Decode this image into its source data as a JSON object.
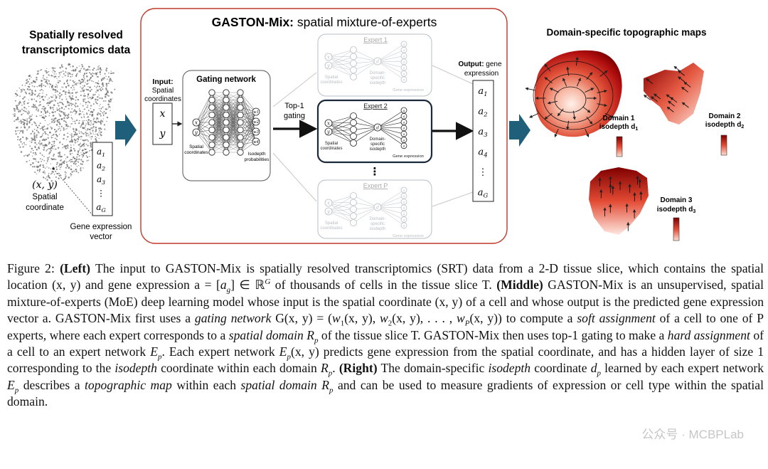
{
  "left": {
    "title_line1": "Spatially resolved",
    "title_line2": "transcriptomics data",
    "coord_label": "(x, y)",
    "spatial_line1": "Spatial",
    "spatial_line2": "coordinate",
    "vector_entries": [
      "a",
      "a",
      "a",
      "⋮",
      "a"
    ],
    "vector_subs": [
      "1",
      "2",
      "3",
      "",
      "G"
    ],
    "gene_vec_line1": "Gene expression",
    "gene_vec_line2": "vector"
  },
  "middle": {
    "title_bold": "GASTON-Mix:",
    "title_rest": " spatial mixture-of-experts",
    "input_bold": "Input:",
    "input_line2": "Spatial",
    "input_line3": "coordinates",
    "input_x": "x",
    "input_y": "y",
    "gating_title": "Gating network",
    "gating_spatial1": "Spatial",
    "gating_spatial2": "coordinates",
    "gating_iso1": "Isodepth",
    "gating_iso2": "probabilities",
    "top1_line1": "Top-1",
    "top1_line2": "gating",
    "expert1_title": "Expert 1",
    "expert2_title": "Expert 2",
    "expertP_title": "Expert P",
    "expert_spatial1": "Spatial",
    "expert_spatial2": "coordinates",
    "expert_domain1": "Domain-",
    "expert_domain2": "specific",
    "expert_domain3": "isodepth",
    "expert_gene": "Gene expression",
    "output_bold": "Output:",
    "output_rest": " gene",
    "output_line2": "expression",
    "output_entries": [
      "a",
      "a",
      "a",
      "a",
      "⋮",
      "a"
    ],
    "output_subs": [
      "1",
      "2",
      "3",
      "4",
      "",
      "G"
    ],
    "vdots": "⋮"
  },
  "right": {
    "title": "Domain-specific topographic maps",
    "domain1_line1": "Domain 1",
    "domain1_line2": "isodepth d",
    "domain1_sub": "1",
    "domain2_line1": "Domain 2",
    "domain2_line2": "isodepth d",
    "domain2_sub": "2",
    "domain3_line1": "Domain 3",
    "domain3_line2": "isodepth d",
    "domain3_sub": "3"
  },
  "caption": {
    "line1": "Figure 2: (Left) The input to GASTON-Mix is spatially resolved transcriptomics (SRT) data from a 2-D tissue slice, which contains the spatial location (x, y) and gene expression a = [a_g] ∈ ℝ^G of thousands of cells in the tissue slice T. (Middle) GASTON-Mix is an unsupervised, spatial mixture-of-experts (MoE) deep learning model whose input is the spatial coordinate (x, y) of a cell and whose output is the predicted gene expression vector a. GASTON-Mix first uses a gating network G(x, y) = (w_1(x, y), w_2(x, y), . . . , w_P(x, y)) to compute a soft assignment of a cell to one of P experts, where each expert corresponds to a spatial domain R_p of the tissue slice T. GASTON-Mix then uses top-1 gating to make a hard assignment of a cell to an expert network E_p. Each expert network E_p(x, y) predicts gene expression from the spatial coordinate, and has a hidden layer of size 1 corresponding to the isodepth coordinate within each domain R_p. (Right) The domain-specific isodepth coordinate d_p learned by each expert network E_p describes a topographic map within each spatial domain R_p and can be used to measure gradients of expression or cell type within the spatial domain."
  },
  "watermark": "公众号 · MCBPLab",
  "colors": {
    "panel_border": "#c0392b",
    "arrow_teal": "#1f5f7a",
    "text_dark": "#111111",
    "expert_faded": "#b9bfc4",
    "heat_dark": "#8b0000",
    "heat_light": "#fde0d6"
  }
}
